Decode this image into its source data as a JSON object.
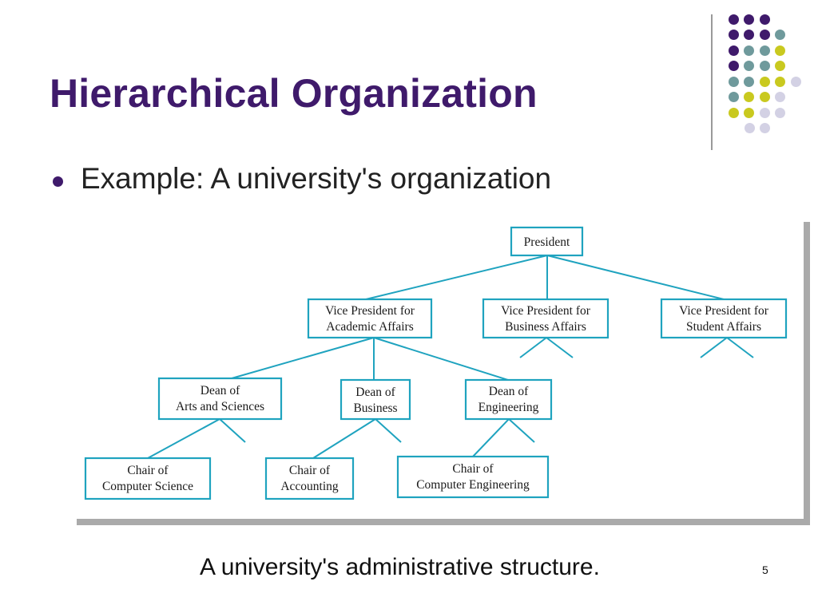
{
  "slide": {
    "title": "Hierarchical Organization",
    "bullet": "Example: A university's organization",
    "caption": "A university's administrative structure.",
    "page_number": "5"
  },
  "colors": {
    "title": "#3f1a6b",
    "purple": "#3f1a6b",
    "teal": "#6f9a9c",
    "yellow": "#c9c91f",
    "lavender": "#d3d1e4",
    "diagram_line": "#1fa3bf"
  },
  "decoration": {
    "dot_grid_rows": [
      [
        "purple",
        "purple",
        "purple"
      ],
      [
        "purple",
        "purple",
        "purple",
        "teal"
      ],
      [
        "purple",
        "teal",
        "teal",
        "yellow"
      ],
      [
        "purple",
        "teal",
        "teal",
        "yellow"
      ],
      [
        "teal",
        "teal",
        "yellow",
        "yellow",
        "lavender"
      ],
      [
        "teal",
        "yellow",
        "yellow",
        "lavender"
      ],
      [
        "yellow",
        "yellow",
        "lavender",
        "lavender"
      ],
      [
        "lavender",
        "lavender"
      ]
    ]
  },
  "org_chart": {
    "president": [
      "President"
    ],
    "vp_academic": [
      "Vice President for",
      "Academic Affairs"
    ],
    "vp_business": [
      "Vice President for",
      "Business Affairs"
    ],
    "vp_student": [
      "Vice President for",
      "Student Affairs"
    ],
    "dean_arts": [
      "Dean of",
      "Arts and Sciences"
    ],
    "dean_business": [
      "Dean of",
      "Business"
    ],
    "dean_engineering": [
      "Dean  of",
      "Engineering"
    ],
    "chair_cs": [
      "Chair of",
      "Computer Science"
    ],
    "chair_accounting": [
      "Chair of",
      "Accounting"
    ],
    "chair_ce": [
      "Chair of",
      "Computer Engineering"
    ]
  }
}
